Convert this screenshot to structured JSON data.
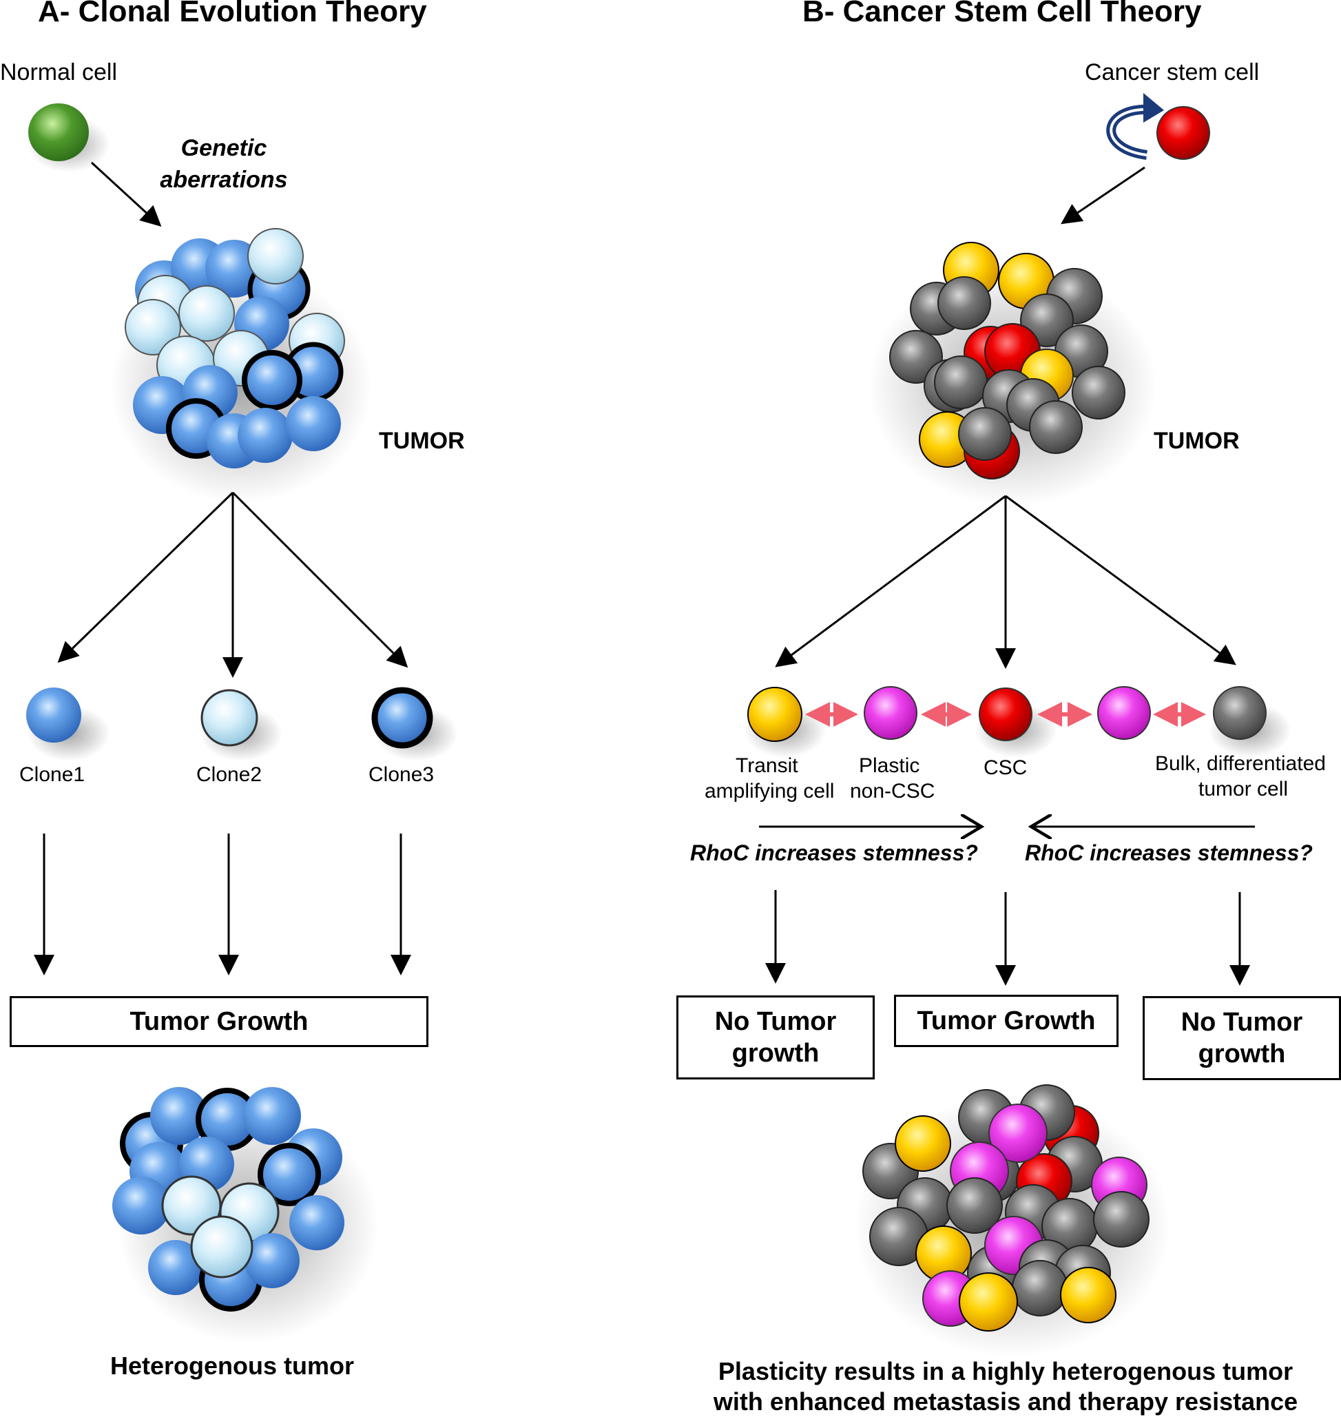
{
  "panel_a": {
    "title": "A- Clonal Evolution Theory",
    "normal_cell_label": "Normal cell",
    "genetic_line1": "Genetic",
    "genetic_line2": "aberrations",
    "tumor_label": "TUMOR",
    "clones": [
      "Clone1",
      "Clone2",
      "Clone3"
    ],
    "growth_box": "Tumor Growth",
    "result_label": "Heterogenous tumor"
  },
  "panel_b": {
    "title": "B- Cancer Stem Cell Theory",
    "csc_label": "Cancer stem cell",
    "tumor_label": "TUMOR",
    "cell_labels": {
      "transit_1": "Transit",
      "transit_2": "amplifying cell",
      "plastic_1": "Plastic",
      "plastic_2": "non-CSC",
      "csc": "CSC",
      "bulk_1": "Bulk, differentiated",
      "bulk_2": "tumor cell"
    },
    "rhoc_left": "RhoC increases stemness?",
    "rhoc_right": "RhoC increases stemness?",
    "box_left_1": "No Tumor",
    "box_left_2": "growth",
    "box_mid": "Tumor Growth",
    "box_right_1": "No Tumor",
    "box_right_2": "growth",
    "result_line1": "Plasticity results in a highly heterogenous tumor",
    "result_line2": "with enhanced metastasis and therapy resistance"
  },
  "colors": {
    "blue_cell": "#3f7fd6",
    "light_blue_cell": "#c6e6f5",
    "yellow_cell": "#f5c400",
    "red_cell": "#e00000",
    "magenta_cell": "#e040e0",
    "gray_cell": "#707070",
    "green_cell": "#4a9a2a",
    "pink_arrow": "#f06070",
    "navy_arrow": "#1b3a7a"
  }
}
